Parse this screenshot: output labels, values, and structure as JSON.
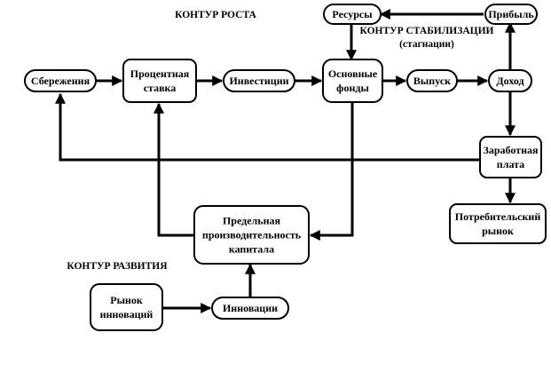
{
  "contours": {
    "growth": "КОНТУР РОСТА",
    "stabilization": "КОНТУР СТАБИЛИЗАЦИИ",
    "stagnation": "(стагнации)",
    "development": "КОНТУР РАЗВИТИЯ"
  },
  "nodes": {
    "savings": [
      "Сбережения"
    ],
    "interest_rate": [
      "Процентная",
      "ставка"
    ],
    "investments": [
      "Инвестиции"
    ],
    "fixed_assets": [
      "Основные",
      "фонды"
    ],
    "output": [
      "Выпуск"
    ],
    "income": [
      "Доход"
    ],
    "resources": [
      "Ресурсы"
    ],
    "profit": [
      "Прибыль"
    ],
    "wages": [
      "Заработная",
      "плата"
    ],
    "consumer_market": [
      "Потребительский",
      "рынок"
    ],
    "marginal_productivity": [
      "Предельная",
      "производительность",
      "капитала"
    ],
    "innovation_market": [
      "Рынок",
      "инноваций"
    ],
    "innovations": [
      "Инновации"
    ]
  }
}
